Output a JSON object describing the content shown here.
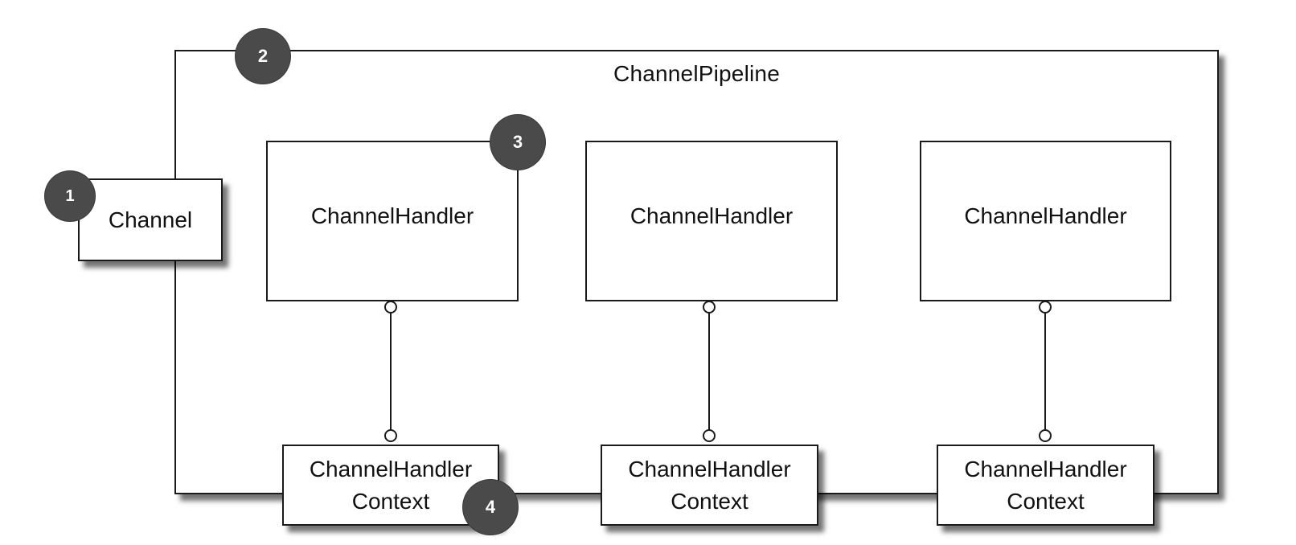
{
  "pipeline": {
    "label": "ChannelPipeline"
  },
  "channel": {
    "label": "Channel"
  },
  "handlers": [
    {
      "label": "ChannelHandler"
    },
    {
      "label": "ChannelHandler"
    },
    {
      "label": "ChannelHandler"
    }
  ],
  "contexts": [
    {
      "line1": "ChannelHandler",
      "line2": "Context"
    },
    {
      "line1": "ChannelHandler",
      "line2": "Context"
    },
    {
      "line1": "ChannelHandler",
      "line2": "Context"
    }
  ],
  "badges": {
    "channel": "1",
    "pipeline": "2",
    "handler": "3",
    "context": "4"
  },
  "colors": {
    "badge_fill": "#4a4a4a",
    "badge_text": "#ffffff",
    "stroke": "#1a1a1a"
  }
}
